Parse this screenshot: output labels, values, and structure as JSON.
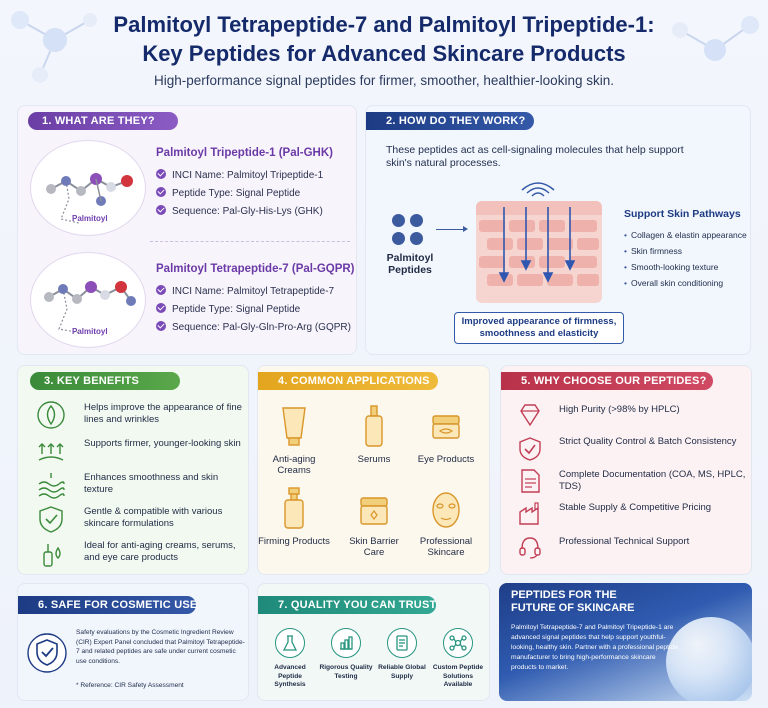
{
  "header": {
    "title_line1": "Palmitoyl Tetrapeptide-7 and Palmitoyl Tripeptide-1:",
    "title_line2": "Key Peptides for Advanced Skincare Products",
    "subtitle": "High-performance signal peptides for firmer, smoother, healthier-looking skin."
  },
  "what": {
    "heading": "1. WHAT ARE THEY?",
    "peptides": [
      {
        "name": "Palmitoyl Tripeptide-1 (Pal-GHK)",
        "image_label": "Palmitoyl",
        "rows": [
          "INCI Name: Palmitoyl Tripeptide-1",
          "Peptide Type: Signal Peptide",
          "Sequence: Pal-Gly-His-Lys (GHK)"
        ]
      },
      {
        "name": "Palmitoyl Tetrapeptide-7 (Pal-GQPR)",
        "image_label": "Palmitoyl",
        "rows": [
          "INCI Name: Palmitoyl Tetrapeptide-7",
          "Peptide Type: Signal Peptide",
          "Sequence: Pal-Gly-Gln-Pro-Arg (GQPR)"
        ]
      }
    ]
  },
  "how": {
    "heading": "2. HOW DO THEY WORK?",
    "intro": "These peptides act as cell-signaling molecules that help support skin's natural processes.",
    "source_label": "Palmitoyl Peptides",
    "pathways_title": "Support Skin Pathways",
    "pathways": [
      "Collagen & elastin appearance",
      "Skin firmness",
      "Smooth-looking texture",
      "Overall skin conditioning"
    ],
    "result": "Improved appearance of firmness, smoothness and elasticity"
  },
  "benefits": {
    "heading": "3. KEY BENEFITS",
    "items": [
      "Helps improve the appearance of fine lines and wrinkles",
      "Supports firmer, younger-looking skin",
      "Enhances smoothness and skin texture",
      "Gentle & compatible with various skincare formulations",
      "Ideal for anti-aging creams, serums, and eye care products"
    ]
  },
  "applications": {
    "heading": "4. COMMON APPLICATIONS",
    "items": [
      "Anti-aging Creams",
      "Serums",
      "Eye Products",
      "Firming Products",
      "Skin Barrier Care",
      "Professional Skincare"
    ]
  },
  "why": {
    "heading": "5. WHY CHOOSE OUR PEPTIDES?",
    "items": [
      "High Purity (>98% by HPLC)",
      "Strict Quality Control & Batch Consistency",
      "Complete Documentation (COA, MS, HPLC, TDS)",
      "Stable Supply & Competitive Pricing",
      "Professional Technical Support"
    ]
  },
  "safe": {
    "heading": "6. SAFE FOR COSMETIC USE",
    "text": "Safety evaluations by the Cosmetic Ingredient Review (CIR) Expert Panel concluded that Palmitoyl Tetrapeptide-7 and related peptides are safe under current cosmetic use conditions.",
    "reference": "* Reference: CIR Safety Assessment"
  },
  "quality": {
    "heading": "7. QUALITY YOU CAN TRUST",
    "items": [
      "Advanced Peptide Synthesis",
      "Rigorous Quality Testing",
      "Reliable Global Supply",
      "Custom Peptide Solutions Available"
    ]
  },
  "future": {
    "title": "PEPTIDES FOR THE FUTURE OF SKINCARE",
    "text": "Palmitoyl Tetrapeptide-7 and Palmitoyl Tripeptide-1 are advanced signal peptides that help support youthful-looking, healthy skin. Partner with a professional peptide manufacturer to bring high-performance skincare products to market."
  },
  "colors": {
    "navy": "#152a6b",
    "purple": "#6b3aa6",
    "green": "#3a8a3a",
    "gold": "#e3a51e",
    "red": "#b8324a",
    "teal": "#1f8a7a"
  }
}
